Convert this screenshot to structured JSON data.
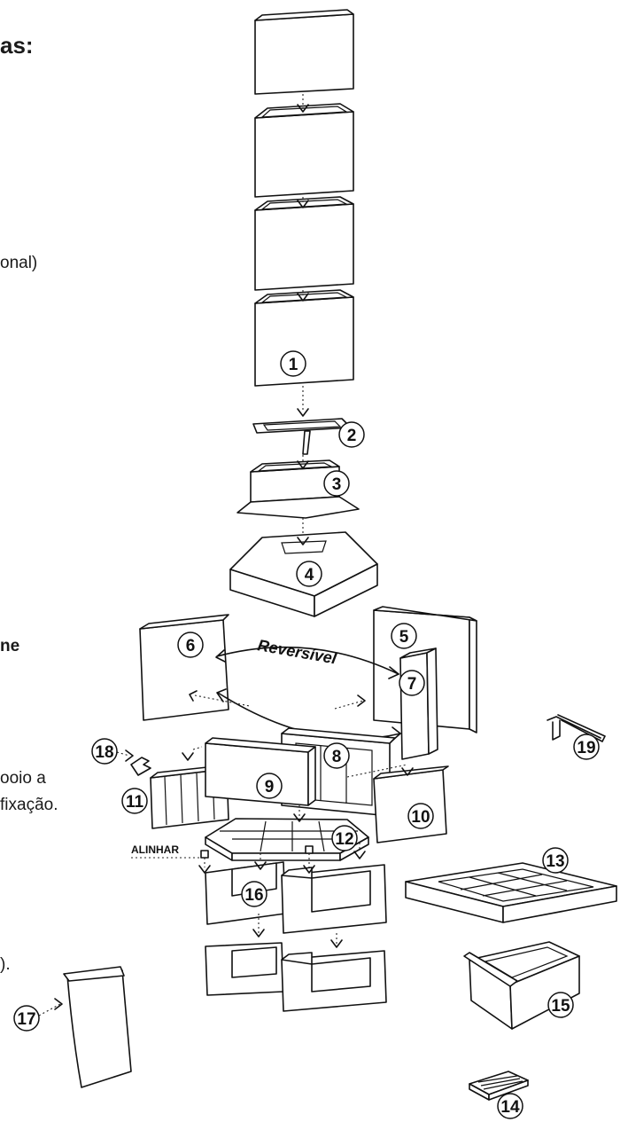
{
  "side_text": {
    "heading_fragment": "as:",
    "optional_fragment": "onal)",
    "bold_fragment": "ne",
    "support_fragment": "ooio a",
    "fixing_fragment": "fixação.",
    "paren_fragment": ")."
  },
  "diagram": {
    "reversible_label": "Reversível",
    "align_label": "ALINHAR",
    "part_numbers": [
      "1",
      "2",
      "3",
      "4",
      "5",
      "6",
      "7",
      "8",
      "9",
      "10",
      "11",
      "12",
      "13",
      "14",
      "15",
      "16",
      "17",
      "18",
      "19"
    ]
  }
}
